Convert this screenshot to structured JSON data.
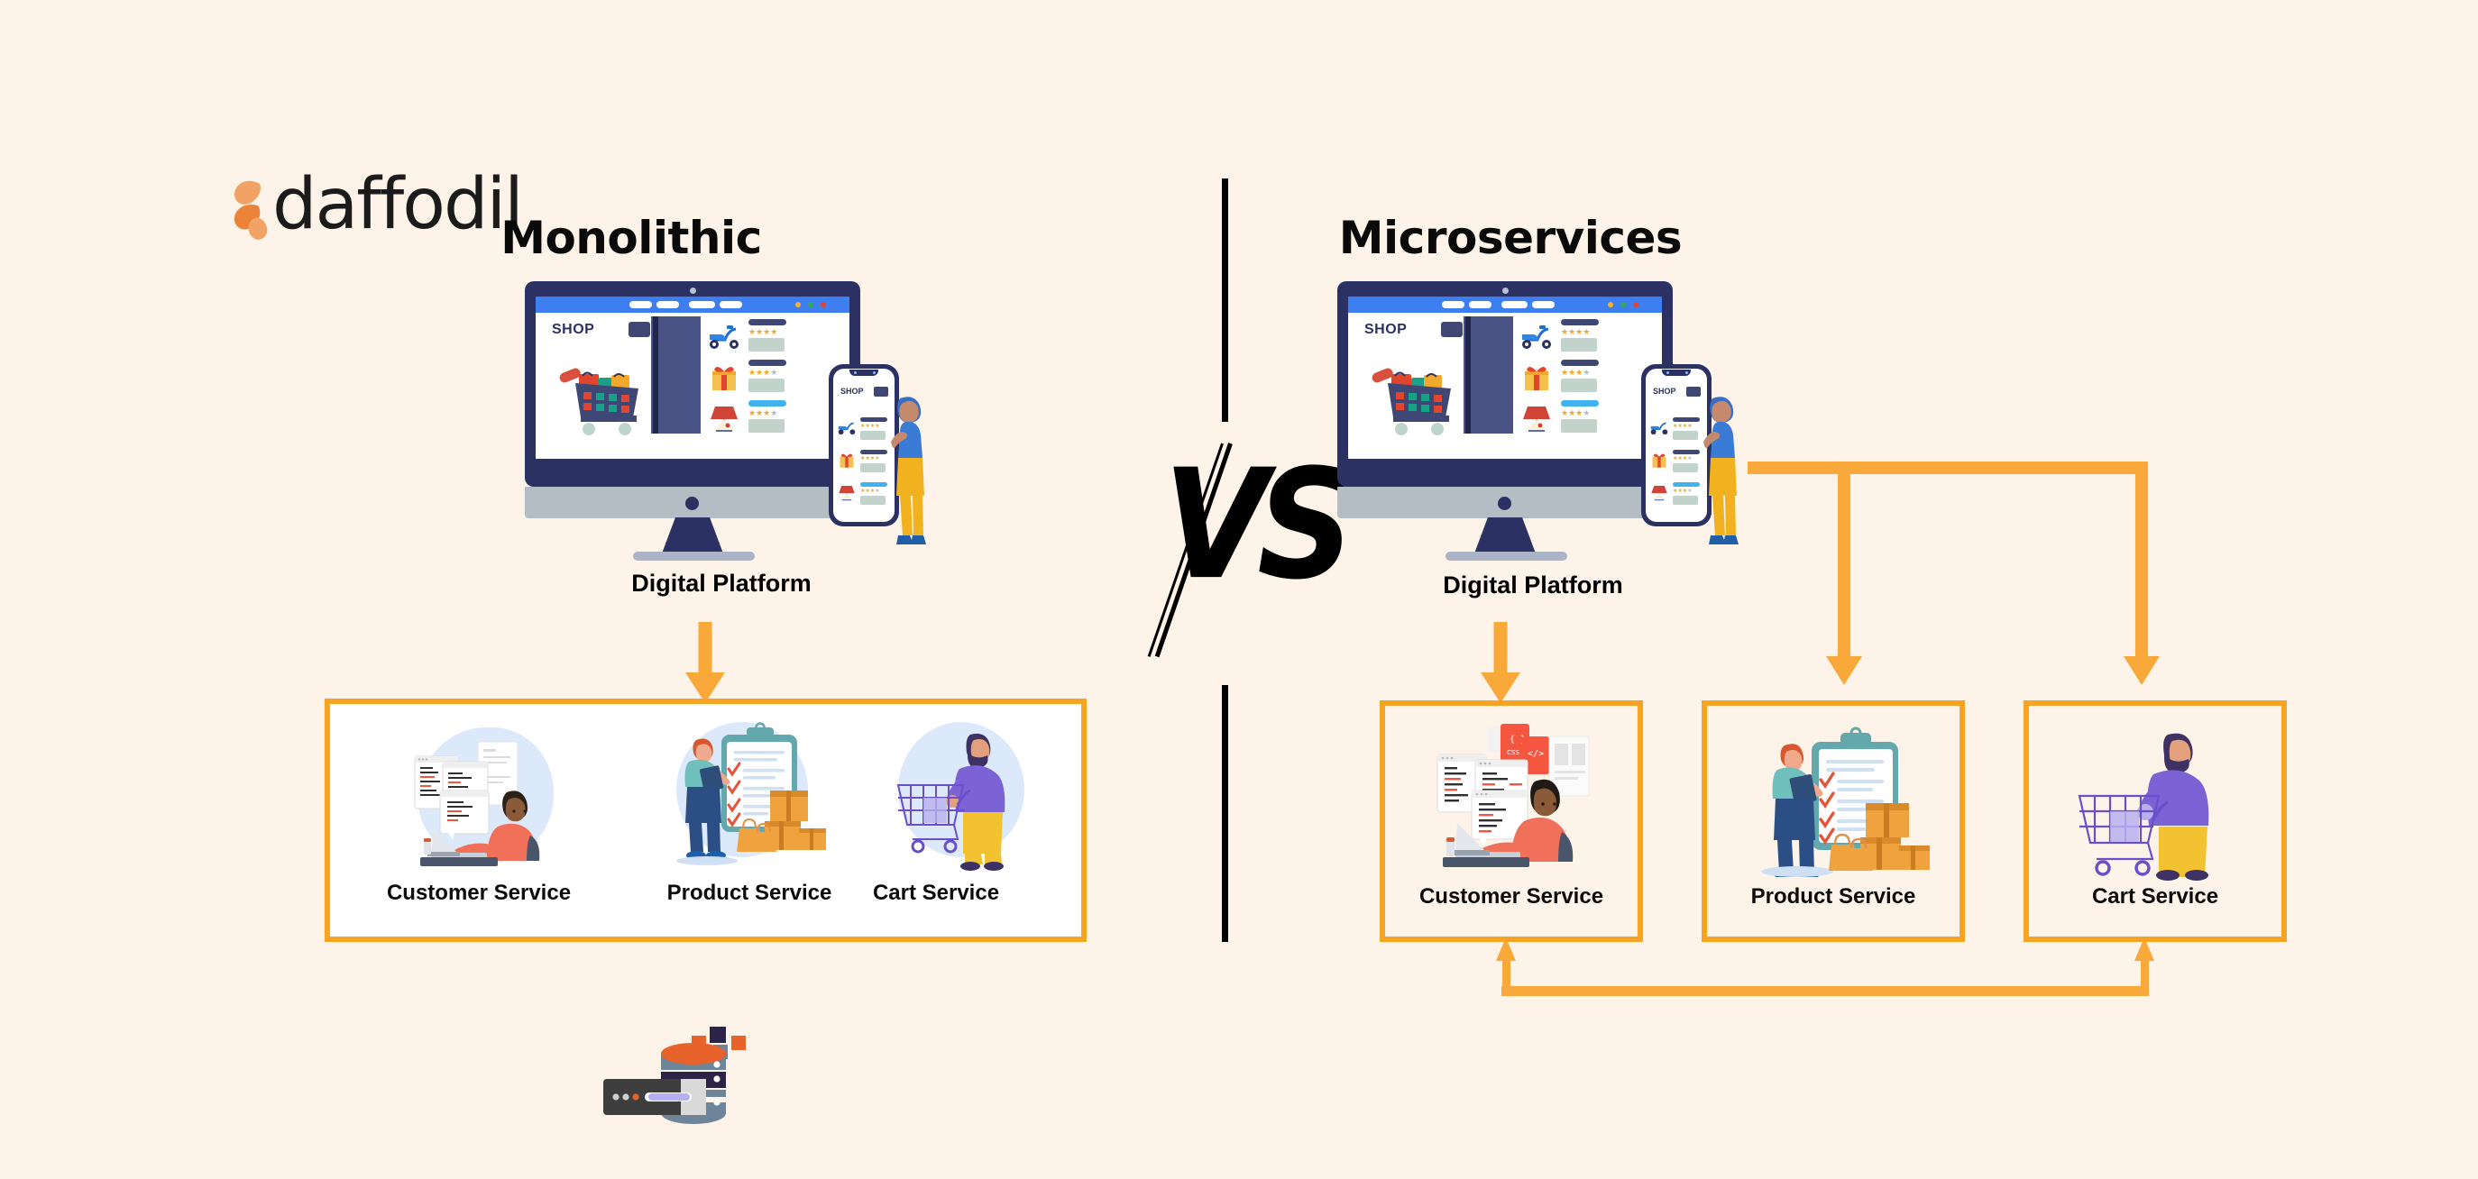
{
  "background_color": "#FDF3E8",
  "brand": {
    "logo_text": "daffodil",
    "logo_petal_color": "#F08A3C",
    "logo_text_color": "#1B1B1B"
  },
  "accent_colors": {
    "orange_border": "#F7A324",
    "orange_arrow": "#F9A83A",
    "monitor_navy": "#2B3263",
    "browser_blue": "#3D7FF0",
    "star_gold": "#F5A623"
  },
  "comparison": {
    "vs_label": "VS",
    "left": {
      "title": "Monolithic",
      "platform_label": "Digital Platform",
      "device_shop_label": "SHOP",
      "container_style": "single-box",
      "services": [
        {
          "label": "Customer Service",
          "icon": "developer-at-desk-icon"
        },
        {
          "label": "Product Service",
          "icon": "clipboard-checklist-boxes-icon"
        },
        {
          "label": "Cart Service",
          "icon": "man-pushing-cart-icon"
        }
      ]
    },
    "right": {
      "title": "Microservices",
      "platform_label": "Digital Platform",
      "device_shop_label": "SHOP",
      "container_style": "separate-boxes",
      "services": [
        {
          "label": "Customer Service",
          "icon": "developer-at-desk-icon"
        },
        {
          "label": "Product Service",
          "icon": "clipboard-checklist-boxes-icon"
        },
        {
          "label": "Cart Service",
          "icon": "man-pushing-cart-icon"
        }
      ]
    }
  },
  "device_mock": {
    "shop_label": "SHOP",
    "products": [
      {
        "icon": "scooter-icon",
        "stars": 4,
        "max_stars": 4,
        "title_color": "#3F4775"
      },
      {
        "icon": "gift-box-icon",
        "stars": 3,
        "max_stars": 4,
        "title_color": "#3F4775"
      },
      {
        "icon": "table-lamp-icon",
        "stars": 3,
        "max_stars": 4,
        "title_color": "#3FB2EF"
      }
    ],
    "cart_illustration": "shopping-cart-with-bags-icon",
    "person": "woman-browsing-phone-icon"
  },
  "database": {
    "icon": "server-database-icon",
    "cylinder_top_color": "#E8622C",
    "server_color": "#3E3E3E"
  }
}
